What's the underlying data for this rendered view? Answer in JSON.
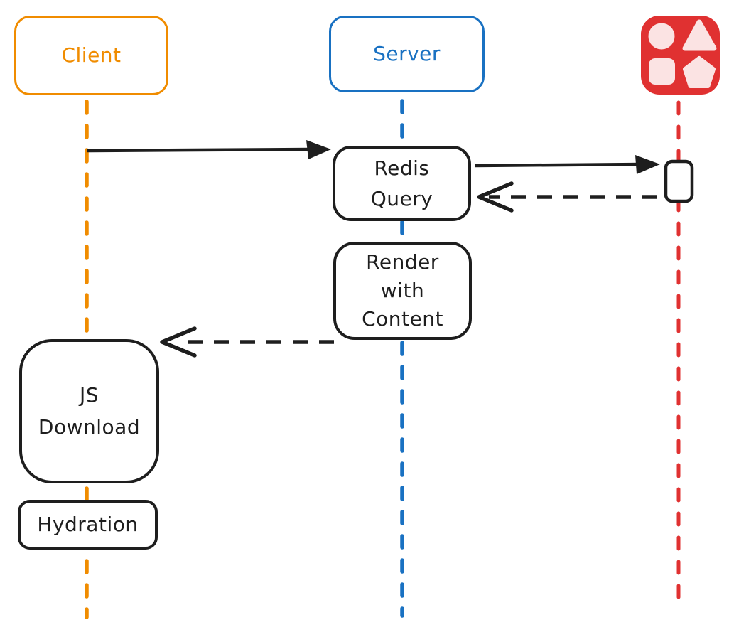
{
  "diagram": {
    "type": "sequence-diagram",
    "background": "#ffffff",
    "stroke_color": "#1e1e1e",
    "actors": {
      "client": {
        "label": "Client",
        "color": "#f08c00"
      },
      "server": {
        "label": "Server",
        "color": "#1971c2"
      },
      "datastore": {
        "icon": "shapes-icon",
        "color": "#e03131",
        "shape_fill": "#fbe3e3"
      }
    },
    "nodes": {
      "redis_query": {
        "label": "Redis\nQuery"
      },
      "render_with_content": {
        "label": "Render\nwith\nContent"
      },
      "js_download": {
        "label": "JS\nDownload"
      },
      "hydration": {
        "label": "Hydration"
      }
    },
    "flows": [
      {
        "from": "client",
        "to": "redis_query",
        "style": "solid"
      },
      {
        "from": "redis_query",
        "to": "datastore",
        "style": "solid"
      },
      {
        "from": "datastore",
        "to": "redis_query",
        "style": "dashed"
      },
      {
        "from": "render_with_content",
        "to": "js_download",
        "style": "dashed"
      }
    ],
    "lifelines": [
      {
        "actor": "client",
        "color": "#f08c00",
        "style": "dashed"
      },
      {
        "actor": "server",
        "color": "#1971c2",
        "style": "dashed"
      },
      {
        "actor": "datastore",
        "color": "#e03131",
        "style": "dashed"
      }
    ]
  }
}
